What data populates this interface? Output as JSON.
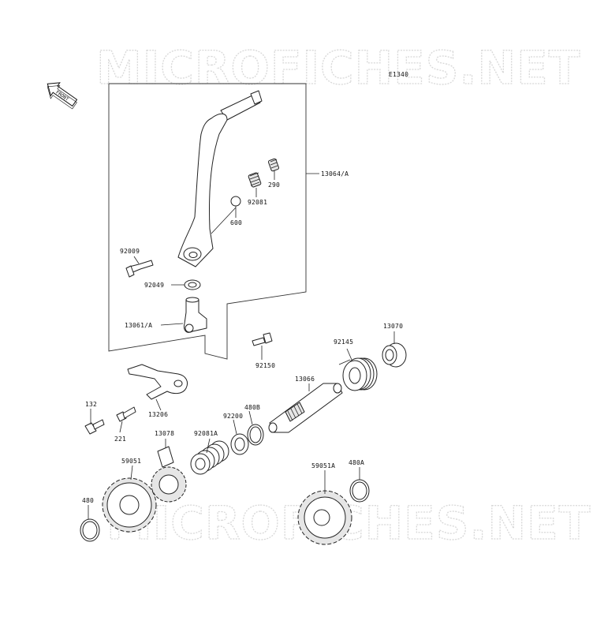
{
  "watermark": "MICROFICHES.NET",
  "diagram_code": "E1340",
  "front_arrow": "FRONT",
  "labels": {
    "p13064a": "13064/A",
    "p290": "290",
    "p92081": "92081",
    "p600": "600",
    "p92009": "92009",
    "p92049": "92049",
    "p13061a": "13061/A",
    "p92150": "92150",
    "p92145": "92145",
    "p13070": "13070",
    "p13066": "13066",
    "p480b": "480B",
    "p92200": "92200",
    "p92081a": "92081A",
    "p13206": "13206",
    "p132": "132",
    "p221": "221",
    "p13078": "13078",
    "p59051": "59051",
    "p480": "480",
    "p59051a": "59051A",
    "p480a": "480A"
  }
}
